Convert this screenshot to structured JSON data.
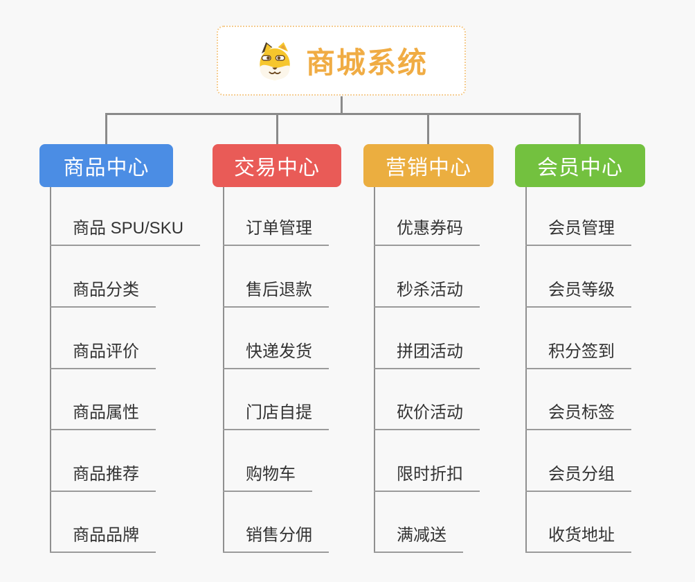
{
  "canvas": {
    "background": "#f8f8f8",
    "connector_color": "#8a8a8a"
  },
  "root": {
    "title": "商城系统",
    "title_color": "#F0AC44",
    "border_color": "#F5CC8F",
    "icon": "dog-face-icon"
  },
  "branches": [
    {
      "label": "商品中心",
      "color": "#4B8DE4",
      "items": [
        "商品 SPU/SKU",
        "商品分类",
        "商品评价",
        "商品属性",
        "商品推荐",
        "商品品牌"
      ]
    },
    {
      "label": "交易中心",
      "color": "#E95B57",
      "items": [
        "订单管理",
        "售后退款",
        "快递发货",
        "门店自提",
        "购物车",
        "销售分佣"
      ]
    },
    {
      "label": "营销中心",
      "color": "#EBAE40",
      "items": [
        "优惠券码",
        "秒杀活动",
        "拼团活动",
        "砍价活动",
        "限时折扣",
        "满减送"
      ]
    },
    {
      "label": "会员中心",
      "color": "#73C13F",
      "items": [
        "会员管理",
        "会员等级",
        "积分签到",
        "会员标签",
        "会员分组",
        "收货地址"
      ]
    }
  ]
}
